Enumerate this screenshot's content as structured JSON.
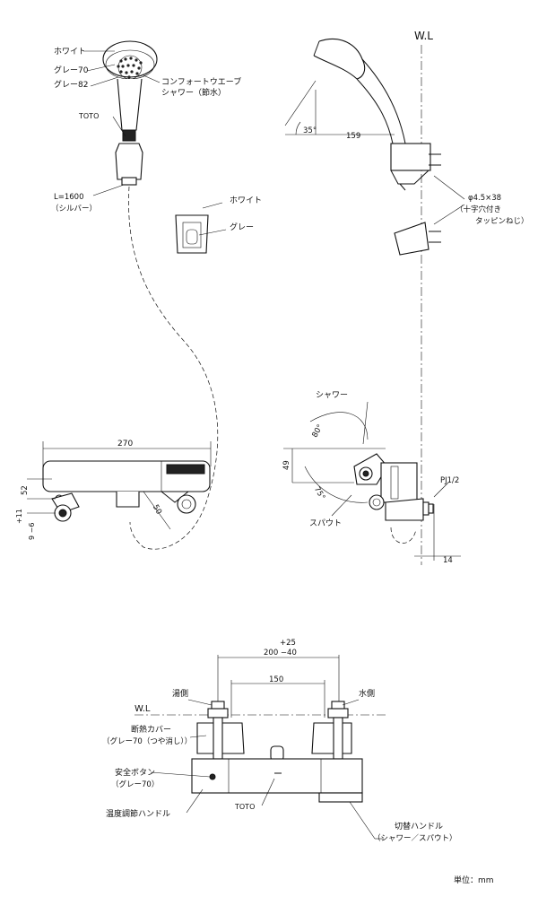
{
  "labels": {
    "white1": "ホワイト",
    "gray70": "グレー70",
    "gray82": "グレー82",
    "comfort_line1": "コンフォートウエーブ",
    "comfort_line2": "シャワー（節水）",
    "toto_head": "TOTO",
    "hose_len": "L=1600",
    "hose_color": "（シルバー）",
    "white2": "ホワイト",
    "gray": "グレー",
    "wl_top": "W.L",
    "dim_159": "159",
    "angle_35": "35°",
    "screw_line1": "φ4.5×38",
    "screw_line2": "（十字穴付き",
    "screw_line3": "タッピンねじ）",
    "dim_270": "270",
    "dim_52": "52",
    "dim_11": "+11",
    "dim_9_6": "9 −6",
    "dim_50": "50",
    "shower": "シャワー",
    "angle_80": "80°",
    "angle_75": "75°",
    "dim_49": "49",
    "spout": "スパウト",
    "pj": "PJ1/2",
    "dim_14": "14",
    "dim_tol1": "+25",
    "dim_tol2": "200 −40",
    "dim_150": "150",
    "wl_bottom": "W.L",
    "hot_side": "湯側",
    "cold_side": "水側",
    "cover_line1": "断熱カバー",
    "cover_line2": "（グレー70（つや消し））",
    "safety_line1": "安全ボタン",
    "safety_line2": "（グレー70）",
    "temp_handle": "温度調節ハンドル",
    "toto_body": "TOTO",
    "switch_line1": "切替ハンドル",
    "switch_line2": "（シャワー／スパウト）",
    "unit": "単位：mm"
  }
}
